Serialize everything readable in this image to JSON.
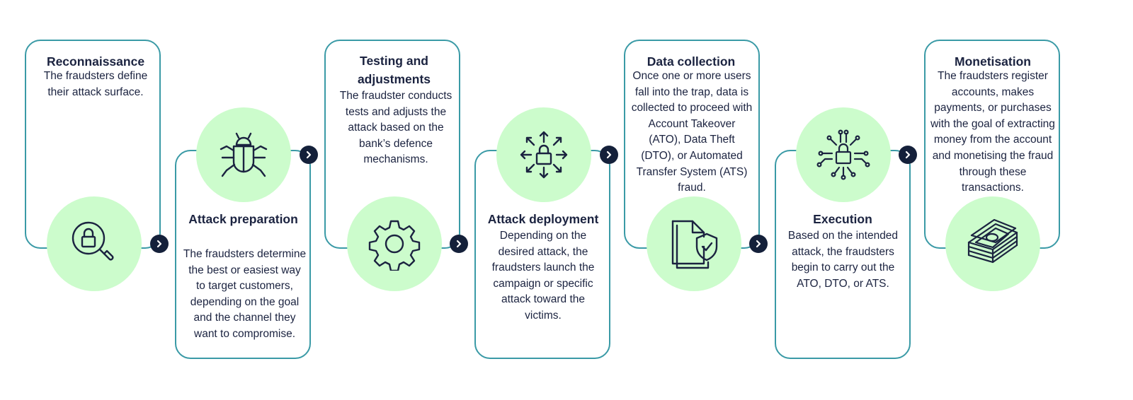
{
  "colors": {
    "border": "#3a9aa6",
    "circle": "#ccfccc",
    "text": "#1b2340",
    "arrow": "#14203a"
  },
  "steps": [
    {
      "title": "Reconnaissance",
      "description": "The fraudsters define their attack surface.",
      "icon": "search-lock-icon"
    },
    {
      "title": "Attack preparation",
      "description": "The fraudsters determine the best or easiest way to target customers, depending on the goal and the channel they want to compromise.",
      "icon": "bug-icon"
    },
    {
      "title": "Testing and adjustments",
      "description": "The fraudster conducts tests and adjusts the attack based on the bank’s defence mechanisms.",
      "icon": "gear-icon"
    },
    {
      "title": "Attack deployment",
      "description": "Depending on the desired attack, the fraudsters launch the campaign or specific attack toward the victims.",
      "icon": "lock-arrows-icon"
    },
    {
      "title": "Data collection",
      "description": "Once one or more users fall into the trap, data is collected to proceed with Account Takeover (ATO), Data Theft (DTO), or Automated Transfer System (ATS) fraud.",
      "icon": "document-shield-icon"
    },
    {
      "title": "Execution",
      "description": "Based on the intended attack, the fraudsters begin to carry out the ATO, DTO, or ATS.",
      "icon": "circuit-lock-icon"
    },
    {
      "title": "Monetisation",
      "description": "The fraudsters register accounts, makes payments, or purchases with the goal of extracting money from the account and monetising the fraud through these transactions.",
      "icon": "money-stack-icon"
    }
  ]
}
